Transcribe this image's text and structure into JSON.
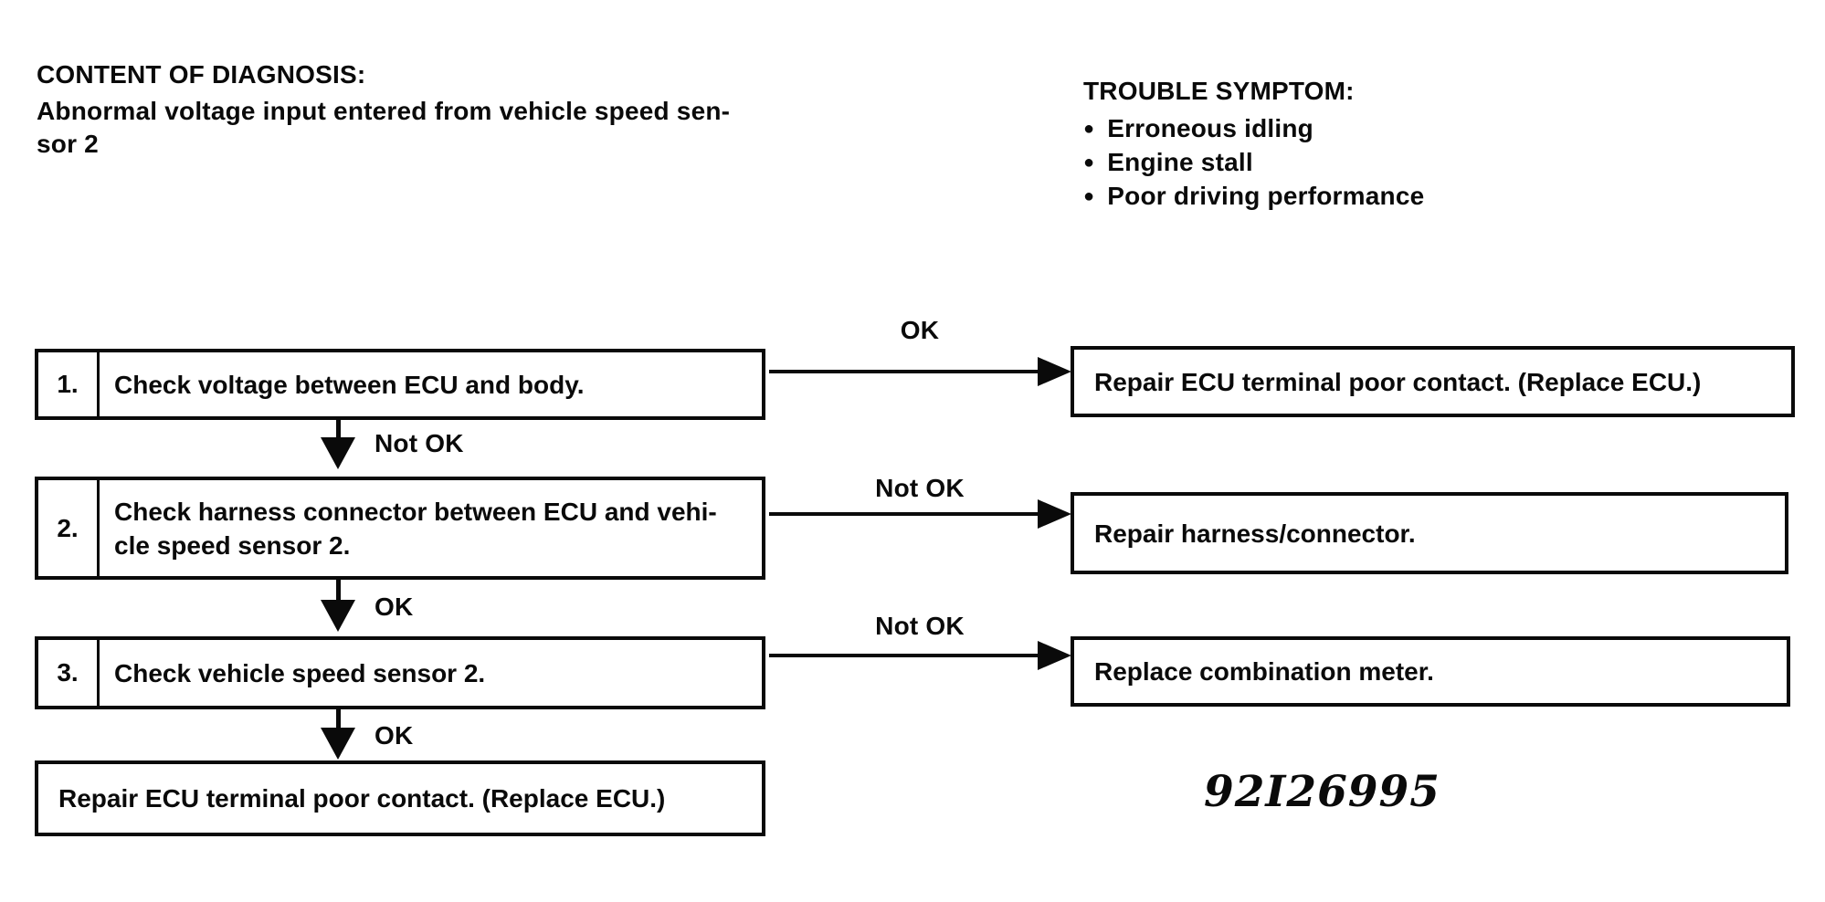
{
  "header": {
    "diagnosis_title": "CONTENT OF DIAGNOSIS:",
    "diagnosis_body_lines": [
      "Abnormal voltage input entered from vehicle speed sen-",
      "sor 2"
    ],
    "symptom_title": "TROUBLE SYMPTOM:",
    "symptoms": [
      "Erroneous idling",
      "Engine stall",
      "Poor driving performance"
    ]
  },
  "icons": {
    "bullet": "●"
  },
  "flowchart": {
    "steps": [
      {
        "number": "1.",
        "text_lines": [
          "Check voltage between ECU and body.",
          ""
        ],
        "side_label": "OK",
        "side_result": "Repair ECU terminal poor contact. (Replace ECU.)",
        "down_label": "Not OK"
      },
      {
        "number": "2.",
        "text_lines": [
          "Check harness connector between ECU and vehi-",
          "cle speed sensor 2."
        ],
        "side_label": "Not OK",
        "side_result": "Repair harness/connector.",
        "down_label": "OK"
      },
      {
        "number": "3.",
        "text_lines": [
          "Check vehicle speed sensor 2.",
          ""
        ],
        "side_label": "Not OK",
        "side_result": "Replace combination meter.",
        "down_label": "OK"
      }
    ],
    "final_result": "Repair ECU terminal poor contact. (Replace ECU.)"
  },
  "figure_code": "92I26995",
  "colors": {
    "ink": "#0a0a0a",
    "paper": "#ffffff"
  }
}
